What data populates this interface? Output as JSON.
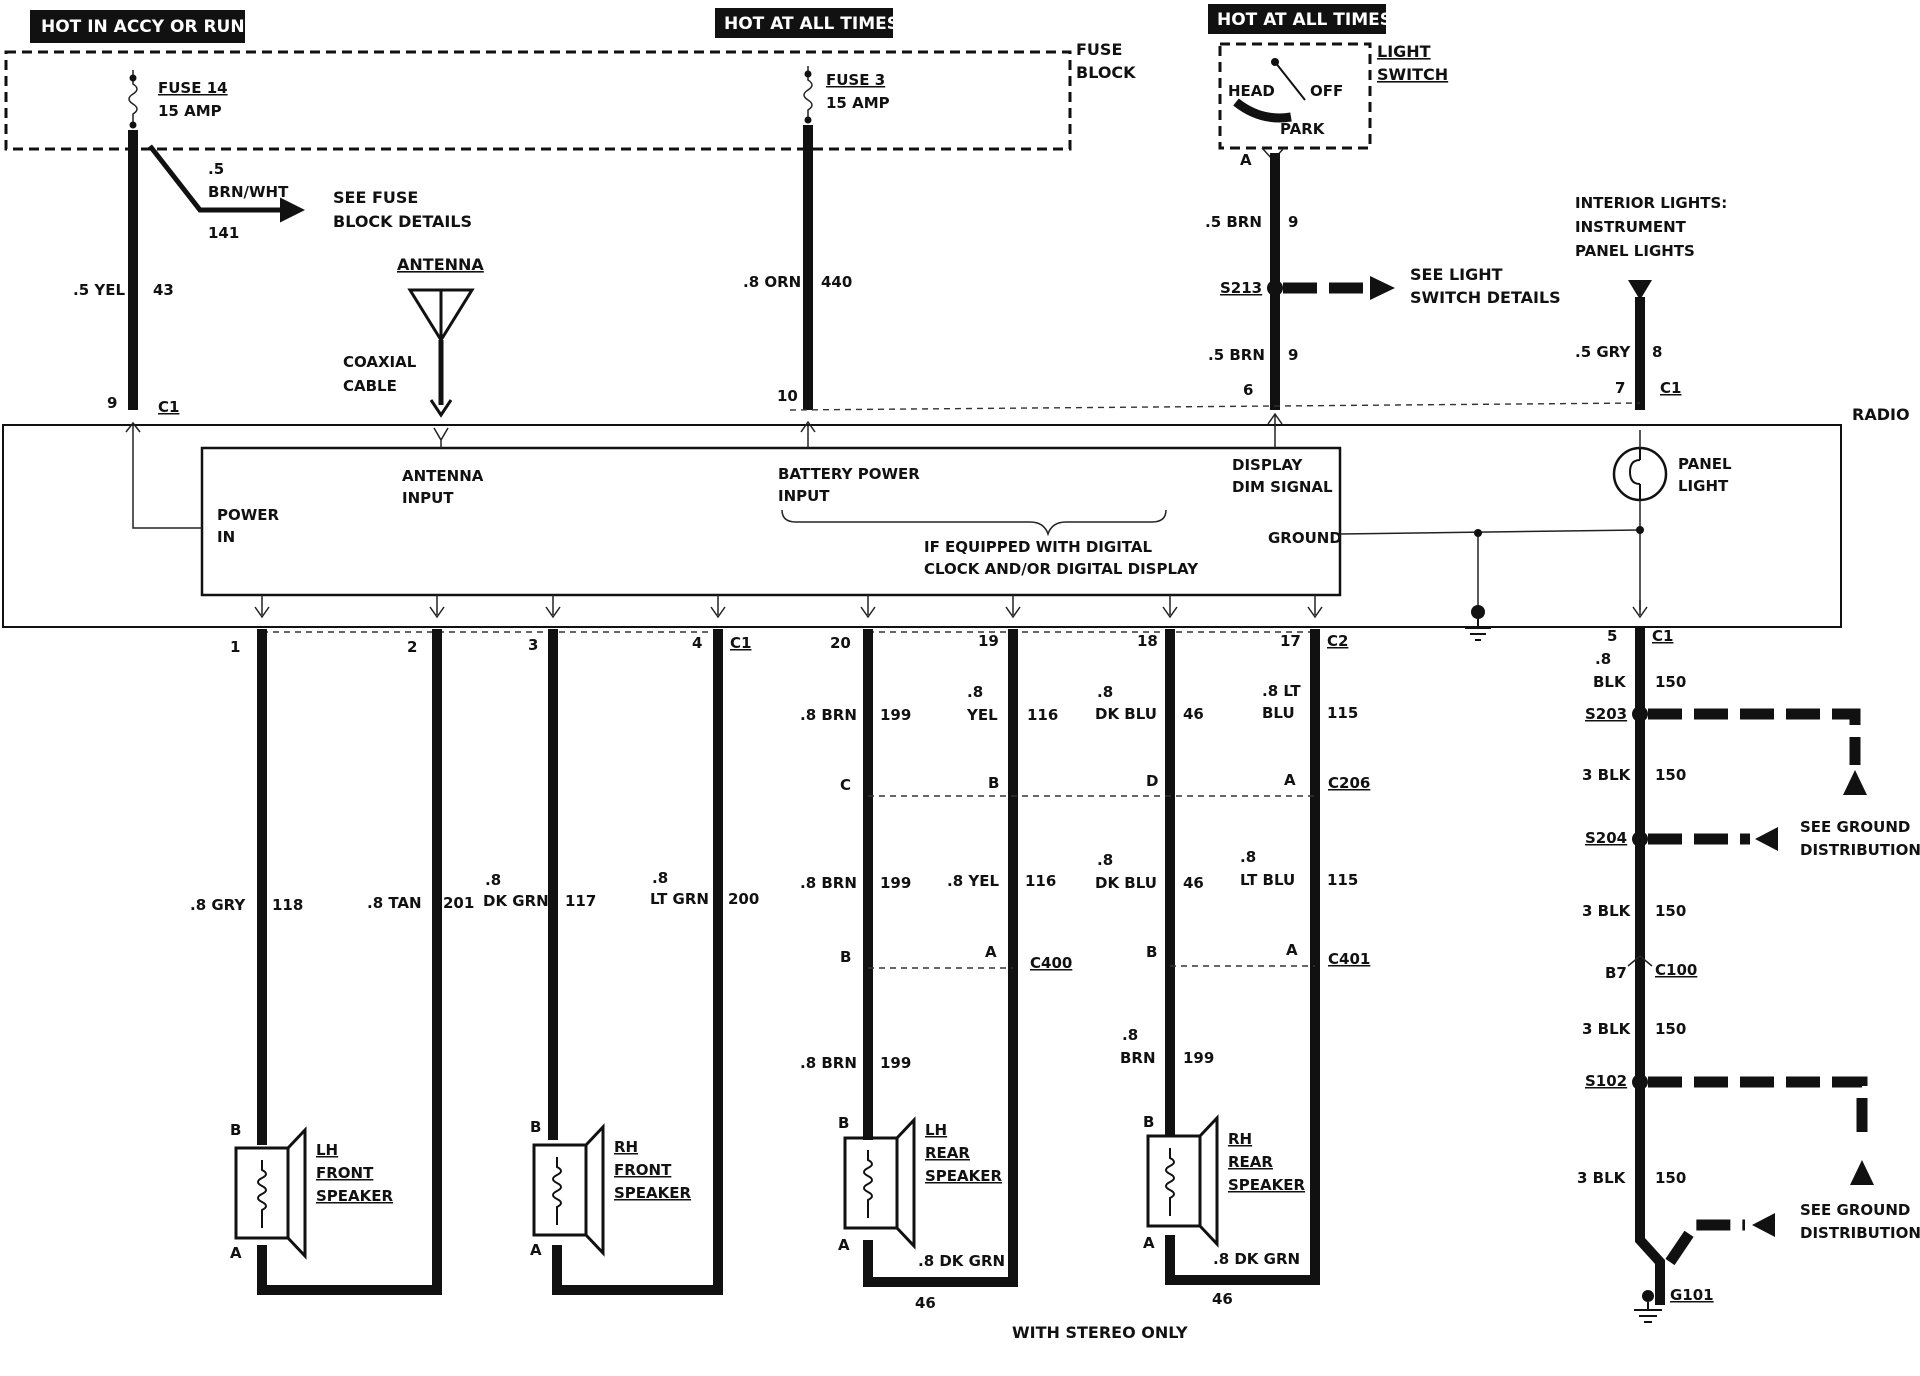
{
  "headers": {
    "accy_run": "HOT IN ACCY OR RUN",
    "hot_1": "HOT AT ALL TIMES",
    "hot_2": "HOT AT ALL TIMES"
  },
  "fuse_block": {
    "label_1": "FUSE",
    "label_2": "BLOCK",
    "fuse14_name": "FUSE 14",
    "fuse14_rating": "15 AMP",
    "fuse3_name": "FUSE 3",
    "fuse3_rating": "15 AMP"
  },
  "light_switch": {
    "label_1": "LIGHT",
    "label_2": "SWITCH",
    "head": "HEAD",
    "off": "OFF",
    "park": "PARK",
    "pin": "A"
  },
  "wires": {
    "w43_size": ".5 YEL",
    "w43_num": "43",
    "w141_size": ".5",
    "w141_color": "BRN/WHT",
    "w141_num": "141",
    "w440_size": ".8 ORN",
    "w440_num": "440",
    "w9a_size": ".5 BRN",
    "w9a_num": "9",
    "w9b_size": ".5 BRN",
    "w9b_num": "9",
    "w8_size": ".5 GRY",
    "w8_num": "8"
  },
  "refs": {
    "fuse_details_1": "SEE FUSE",
    "fuse_details_2": "BLOCK DETAILS",
    "light_details_1": "SEE LIGHT",
    "light_details_2": "SWITCH DETAILS",
    "ground_1a": "SEE GROUND",
    "ground_1b": "DISTRIBUTION",
    "ground_2a": "SEE GROUND",
    "ground_2b": "DISTRIBUTION",
    "interior_1": "INTERIOR LIGHTS:",
    "interior_2": "INSTRUMENT",
    "interior_3": "PANEL LIGHTS"
  },
  "antenna": {
    "label": "ANTENNA",
    "cable_1": "COAXIAL",
    "cable_2": "CABLE"
  },
  "splices": {
    "s213": "S213",
    "s203": "S203",
    "s204": "S204",
    "s102": "S102",
    "g101": "G101"
  },
  "radio": {
    "label": "RADIO",
    "power_1": "POWER",
    "power_2": "IN",
    "antenna_1": "ANTENNA",
    "antenna_2": "INPUT",
    "battery_1": "BATTERY POWER",
    "battery_2": "INPUT",
    "dim_1": "DISPLAY",
    "dim_2": "DIM SIGNAL",
    "ground": "GROUND",
    "digital_1": "IF EQUIPPED WITH DIGITAL",
    "digital_2": "CLOCK AND/OR DIGITAL DISPLAY",
    "panel_1": "PANEL",
    "panel_2": "LIGHT"
  },
  "top_pins": {
    "p9": "9",
    "c1a": "C1",
    "p10": "10",
    "p6": "6",
    "p7": "7",
    "c1b": "C1"
  },
  "bottom_pins": {
    "p1": "1",
    "p2": "2",
    "p3": "3",
    "p4": "4",
    "c1": "C1",
    "p20": "20",
    "p19": "19",
    "p18": "18",
    "p17": "17",
    "c2": "C2",
    "p5": "5",
    "c1r": "C1"
  },
  "front": {
    "w118_size": ".8 GRY",
    "w118_num": "118",
    "w201_size": ".8 TAN",
    "w201_num": "201",
    "w117_size_1": ".8",
    "w117_size_2": "DK GRN",
    "w117_num": "117",
    "w200_size_1": ".8",
    "w200_size_2": "LT GRN",
    "w200_num": "200",
    "lh_1": "LH",
    "lh_2": "FRONT",
    "lh_3": "SPEAKER",
    "rh_1": "RH",
    "rh_2": "FRONT",
    "rh_3": "SPEAKER",
    "pin_b1": "B",
    "pin_a1": "A",
    "pin_b2": "B",
    "pin_a2": "A"
  },
  "rear": {
    "r1_size": ".8 BRN",
    "r1_num": "199",
    "r2_size_1": ".8",
    "r2_size_2": "YEL",
    "r2_num": "116",
    "r3_size_1": ".8",
    "r3_size_2": "DK BLU",
    "r3_num": "46",
    "r4_size_1": ".8 LT",
    "r4_size_2": "BLU",
    "r4_num": "115",
    "c206": "C206",
    "c206_c": "C",
    "c206_b": "B",
    "c206_d": "D",
    "c206_a": "A",
    "m1_size": ".8 BRN",
    "m1_num": "199",
    "m2_size": ".8 YEL",
    "m2_num": "116",
    "m3_size_1": ".8",
    "m3_size_2": "DK BLU",
    "m3_num": "46",
    "m4_size_1": ".8",
    "m4_size_2": "LT BLU",
    "m4_num": "115",
    "c400": "C400",
    "c400_b": "B",
    "c400_a": "A",
    "c401": "C401",
    "c401_b": "B",
    "c401_a": "A",
    "l1_size": ".8 BRN",
    "l1_num": "199",
    "l3_size_1": ".8",
    "l3_size_2": "BRN",
    "l3_num": "199",
    "lh_1": "LH",
    "lh_2": "REAR",
    "lh_3": "SPEAKER",
    "rh_1": "RH",
    "rh_2": "REAR",
    "rh_3": "SPEAKER",
    "pin_b1": "B",
    "pin_a1": "A",
    "pin_b2": "B",
    "pin_a2": "A",
    "g1_size": ".8 DK GRN",
    "g1_num": "46",
    "g2_size": ".8 DK GRN",
    "g2_num": "46",
    "stereo": "WITH STEREO ONLY"
  },
  "ground_wire": {
    "w1_size_1": ".8",
    "w1_size_2": "BLK",
    "w1_num": "150",
    "w2_size": "3 BLK",
    "w2_num": "150",
    "w3_size": "3 BLK",
    "w3_num": "150",
    "c100_pin": "B7",
    "c100": "C100",
    "w4_size": "3 BLK",
    "w4_num": "150",
    "w5_size": "3 BLK",
    "w5_num": "150"
  }
}
